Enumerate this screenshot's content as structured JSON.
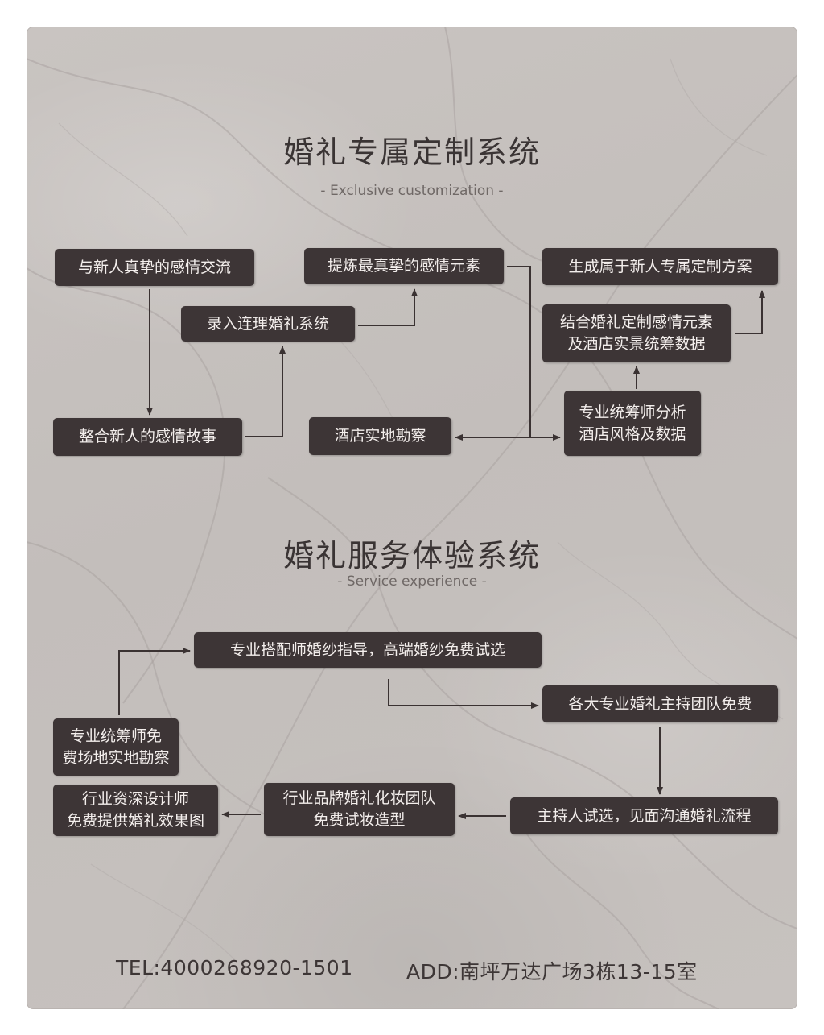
{
  "sections": {
    "custom": {
      "title": "婚礼专属定制系统",
      "subtitle": "- Exclusive customization -"
    },
    "service": {
      "title": "婚礼服务体验系统",
      "subtitle": "- Service experience -"
    }
  },
  "custom_nodes": {
    "emotion_exchange": "与新人真挚的感情交流",
    "refine_elements": "提炼最真挚的感情元素",
    "generate_plan": "生成属于新人专属定制方案",
    "input_system": "录入连理婚礼系统",
    "combine_line1": "结合婚礼定制感情元素",
    "combine_line2": "及酒店实景统筹数据",
    "integrate_story": "整合新人的感情故事",
    "hotel_survey": "酒店实地勘察",
    "analyst_line1": "专业统筹师分析",
    "analyst_line2": "酒店风格及数据"
  },
  "service_nodes": {
    "gown_guide": "专业搭配师婚纱指导，高端婚纱免费试选",
    "host_team": "各大专业婚礼主持团队免费",
    "planner_line1": "专业统筹师免",
    "planner_line2": "费场地实地勘察",
    "designer_line1": "行业资深设计师",
    "designer_line2": "免费提供婚礼效果图",
    "makeup_line1": "行业品牌婚礼化妆团队",
    "makeup_line2": "免费试妆造型",
    "host_trial": "主持人试选，见面沟通婚礼流程"
  },
  "footer": {
    "tel": "TEL:4000268920-1501",
    "address": "ADD:南坪万达广场3栋13-15室"
  },
  "colors": {
    "box": "#3d3536",
    "box_text": "#f3eeec",
    "line": "#3a3232",
    "background": "#c6c1be"
  }
}
